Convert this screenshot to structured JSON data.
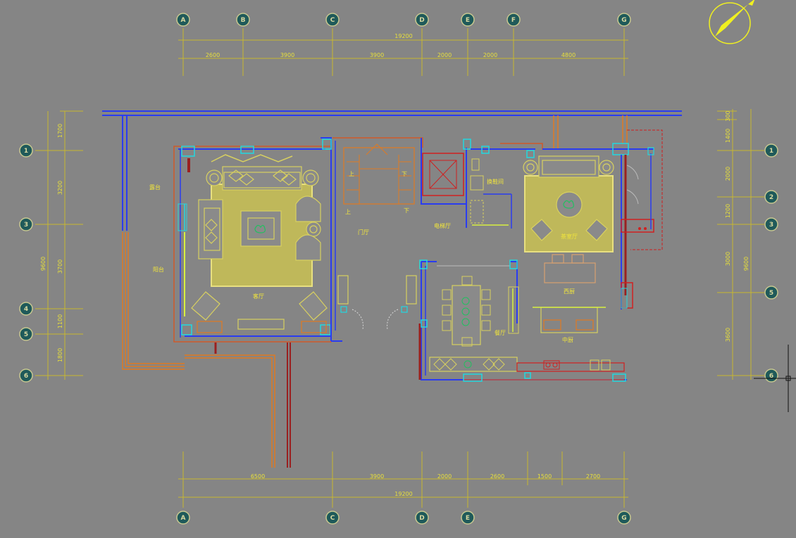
{
  "colors": {
    "background": "#858585",
    "dimension_line": "#c8b830",
    "dimension_text": "#e8e03a",
    "wall_blue": "#2a3cf0",
    "wall_red": "#9a2020",
    "wall_orange": "#e07a22",
    "cyan": "#22d8e0",
    "furniture": "#d8d060",
    "hatch": "#bfb85a",
    "bubble_fill": "#1f5a5a",
    "compass": "#f0f020"
  },
  "icons": {
    "compass": "north-compass-icon",
    "cursor": "crosshair-icon"
  },
  "plan": {
    "top_axes": [
      "A",
      "B",
      "C",
      "D",
      "E",
      "F",
      "G"
    ],
    "bottom_axes": [
      "A",
      "C",
      "D",
      "E",
      "G"
    ],
    "left_axes": [
      "1",
      "3",
      "4",
      "5",
      "6"
    ],
    "right_axes": [
      "1",
      "2",
      "3",
      "5",
      "6"
    ],
    "top_total": "19200",
    "top_segments": [
      "2600",
      "3900",
      "3900",
      "2000",
      "2000",
      "4800"
    ],
    "bottom_total": "19200",
    "bottom_segments": [
      "6500",
      "3900",
      "2000",
      "2600",
      "1500",
      "2700"
    ],
    "left_total": "9600",
    "left_segments": [
      "1700",
      "3200",
      "3700",
      "1100",
      "1800"
    ],
    "right_total": "9600",
    "right_segments": [
      "300",
      "1400",
      "2000",
      "1200",
      "3000",
      "3600"
    ],
    "rooms": {
      "terrace_top": "露台",
      "terrace_bottom": "阳台",
      "living": "客厅",
      "foyer": "门厅",
      "elevator": "电梯厅",
      "dining": "餐厅",
      "western_kitchen": "西厨",
      "chinese_kitchen": "中厨",
      "tea_room": "茶室厅",
      "changing": "换鞋间"
    },
    "stair": {
      "up_label": "上",
      "down_label": "下",
      "up_text_a": "上",
      "up_text_b": "下"
    }
  }
}
